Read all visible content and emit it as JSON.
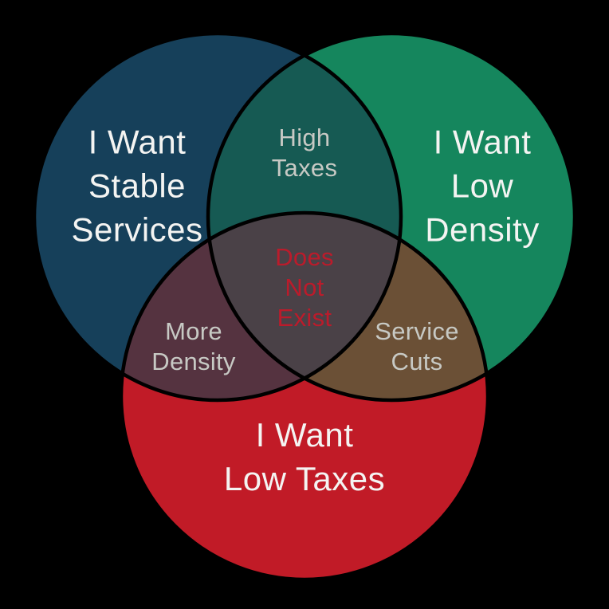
{
  "diagram": {
    "type": "venn",
    "background_color": "#000000",
    "outline_color": "#000000",
    "circles": [
      {
        "id": "stable-services",
        "label": "I Want\nStable\nServices",
        "color": "#16405a",
        "text_color": "#f4f4f2"
      },
      {
        "id": "low-density",
        "label": "I Want\nLow\nDensity",
        "color": "#15865d",
        "text_color": "#f4f4f2"
      },
      {
        "id": "low-taxes",
        "label": "I Want\nLow Taxes",
        "color": "#c11b27",
        "text_color": "#f4f4f2"
      }
    ],
    "overlaps": [
      {
        "id": "stable-and-low-density",
        "label": "High\nTaxes",
        "color": "#165a53",
        "text_color": "#c7c9c4"
      },
      {
        "id": "stable-and-low-taxes",
        "label": "More\nDensity",
        "color": "#553340",
        "text_color": "#c7c9c4"
      },
      {
        "id": "low-density-and-low-taxes",
        "label": "Service\nCuts",
        "color": "#6b5036",
        "text_color": "#c7c9c4"
      },
      {
        "id": "all-three",
        "label": "Does\nNot\nExist",
        "color": "#4a4147",
        "text_color": "#bb1b2b"
      }
    ]
  }
}
